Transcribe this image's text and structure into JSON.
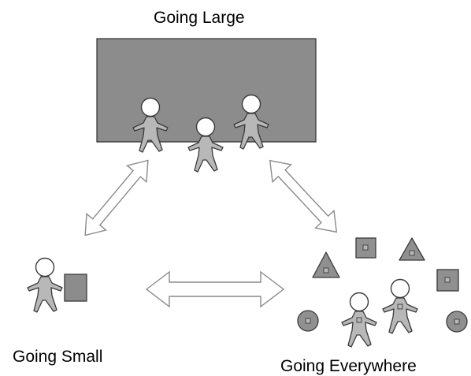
{
  "labels": {
    "going_large": "Going Large",
    "going_small": "Going Small",
    "going_everywhere": "Going Everywhere"
  },
  "colors": {
    "rectangle_fill": "#8c8c8c",
    "person_fill": "#b8b8b8",
    "shape_fill": "#999999",
    "outline": "#3a3a3a",
    "arrow_fill": "#ffffff",
    "arrow_stroke": "#8a8a8a"
  }
}
